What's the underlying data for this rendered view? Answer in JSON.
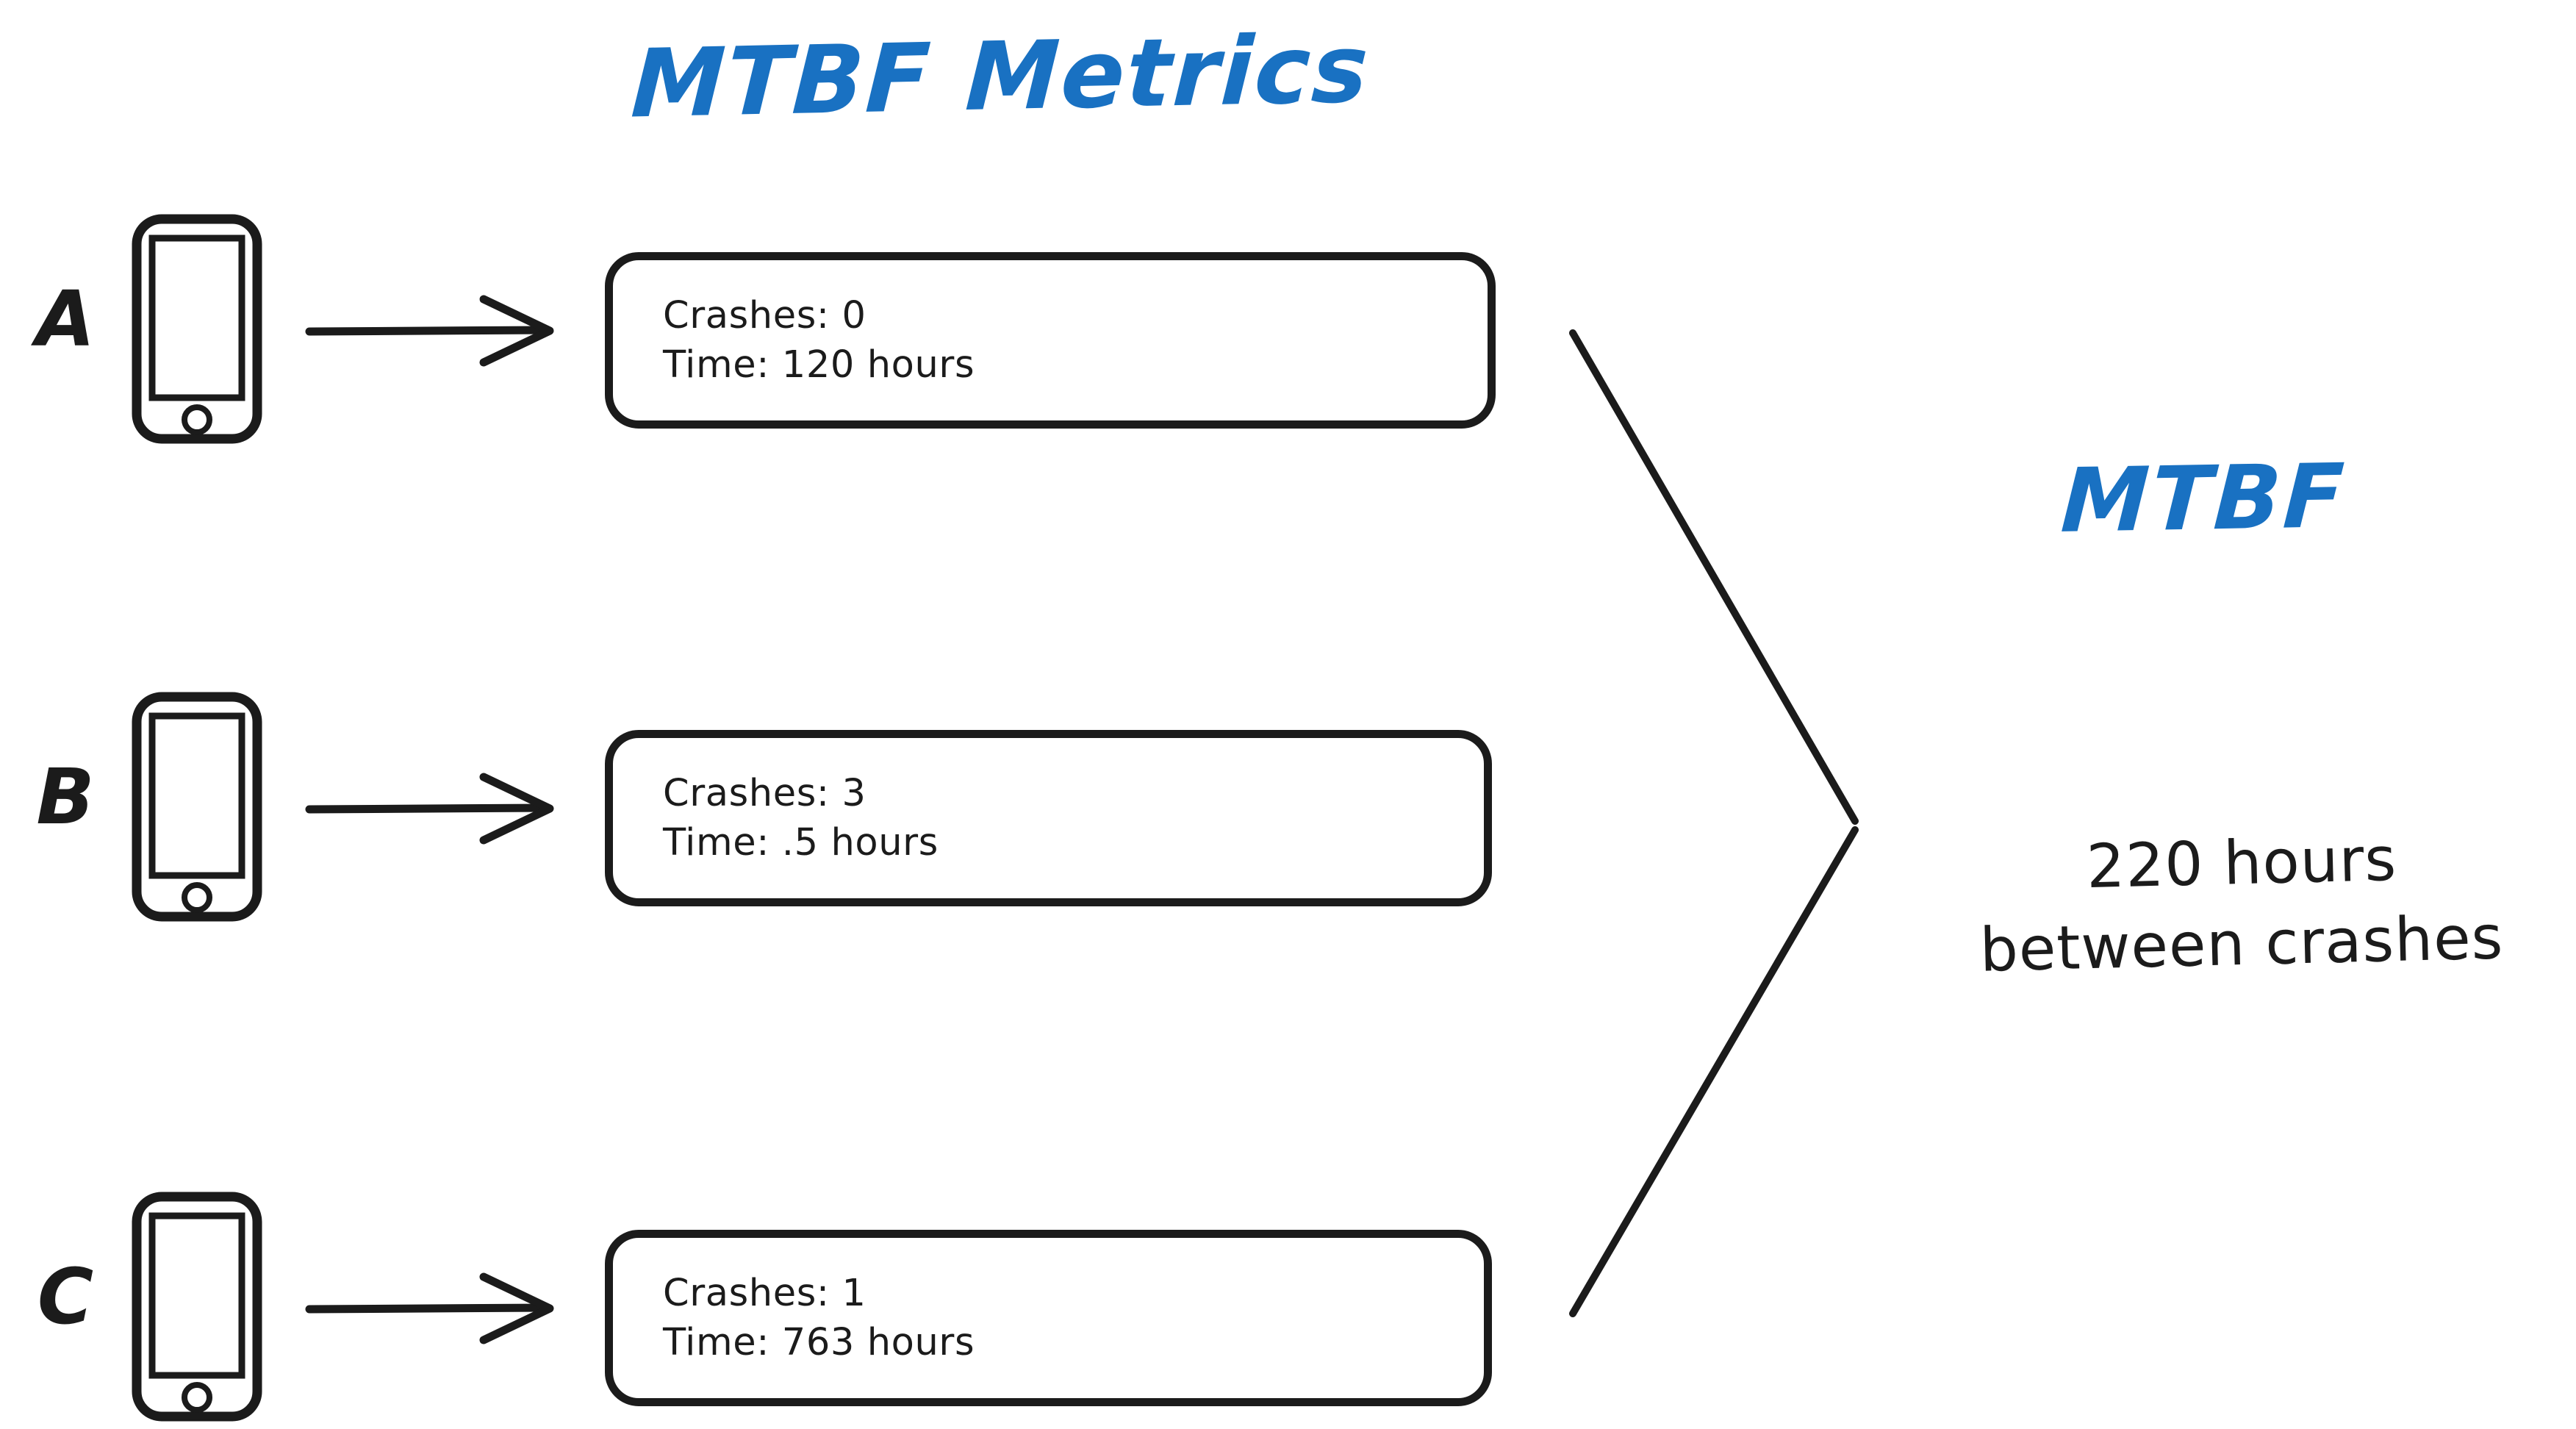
{
  "title": "MTBF Metrics",
  "accent_color": "#1971c2",
  "ink_color": "#1b1b1b",
  "background_color": "#ffffff",
  "devices": [
    {
      "label": "A",
      "icon": "phone-icon",
      "arrow": "arrow-right-icon",
      "crashes_line": "Crashes: 0",
      "time_line": "Time: 120 hours",
      "crashes": 0,
      "time_hours": 120
    },
    {
      "label": "B",
      "icon": "phone-icon",
      "arrow": "arrow-right-icon",
      "crashes_line": "Crashes: 3",
      "time_line": "Time: .5 hours",
      "crashes": 3,
      "time_hours": 0.5
    },
    {
      "label": "C",
      "icon": "phone-icon",
      "arrow": "arrow-right-icon",
      "crashes_line": "Crashes: 1",
      "time_line": "Time: 763 hours",
      "crashes": 1,
      "time_hours": 763
    }
  ],
  "result": {
    "heading": "MTBF",
    "line1": "220 hours",
    "line2": "between crashes",
    "value": 220,
    "unit": "hours"
  },
  "connector": {
    "name": "chevron-connector",
    "shape": "two converging diagonal lines meeting at a right-pointing vertex"
  }
}
